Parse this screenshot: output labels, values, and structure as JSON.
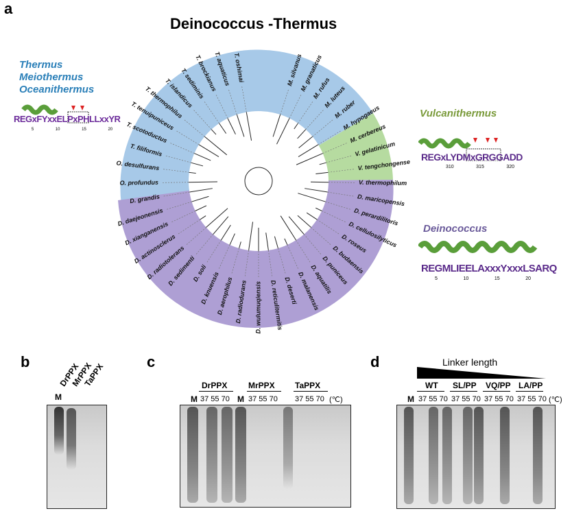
{
  "panel_a": {
    "letter": "a",
    "title": "Deinococcus -Thermus",
    "groups": {
      "thermus_line1": "Thermus",
      "thermus_line2": "Meiothermus",
      "thermus_line3": "Oceanithermus",
      "vulcani": "Vulcanithermus",
      "deino": "Deinococcus"
    },
    "logos": {
      "thermus_seq": "REGxFYxxELPxPHLLxxYR",
      "thermus_ticks": [
        "5",
        "10",
        "15",
        "20"
      ],
      "vulcani_seq": "REGxLYDMxGRGGADD",
      "vulcani_ticks": [
        "310",
        "315",
        "320"
      ],
      "deino_seq": "REGMLIEELAxxxYxxxLSARQ",
      "deino_ticks": [
        "5",
        "10",
        "15",
        "20"
      ]
    },
    "taxa": [
      "T. oshimai",
      "T. aquaticus",
      "T. brockianus",
      "T. sediminis",
      "T. islandicus",
      "T. thermophilus",
      "T. tenuipuniceus",
      "T. scotoductus",
      "T. filiformis",
      "O. desulfurans",
      "O. profundus",
      "D. grandis",
      "D. daejeonensis",
      "D. xianganensis",
      "D. actinosclerus",
      "D. radiotolerans",
      "D. sedimenti",
      "D. soli",
      "D. knuensis",
      "D. aerophilus",
      "D. radiodurans",
      "D. wulumuqiensis",
      "D. reticulitermitis",
      "D. deserti",
      "D. malanensis",
      "D. aquatilis",
      "D. puniceus",
      "D. budaensis",
      "D. roseus",
      "D. cellulosilyticus",
      "D. perardilitoris",
      "D. maricopensis",
      "V. thermophilum",
      "V. tengchongense",
      "V. gelatinicum",
      "M. cerbereus",
      "M. hypogaeus",
      "M. ruber",
      "M. luteus",
      "M. rufus",
      "M. granaticus",
      "M. silvanus"
    ]
  },
  "panel_b": {
    "letter": "b",
    "lanes": [
      "M",
      "DrPPX",
      "MrPPX",
      "TaPPX"
    ]
  },
  "panel_c": {
    "letter": "c",
    "m": "M",
    "groups": [
      "DrPPX",
      "MrPPX",
      "TaPPX"
    ],
    "temps": "37 55 70",
    "unit": "(℃)"
  },
  "panel_d": {
    "letter": "d",
    "linker": "Linker length",
    "m": "M",
    "groups": [
      "WT",
      "SL/PP",
      "VQ/PP",
      "LA/PP"
    ],
    "temps": "37 55 70",
    "unit": "(℃)"
  },
  "colors": {
    "blue_sector": "#a7c9e8",
    "green_sector": "#b6dba0",
    "purple_sector": "#ae9fd4"
  }
}
